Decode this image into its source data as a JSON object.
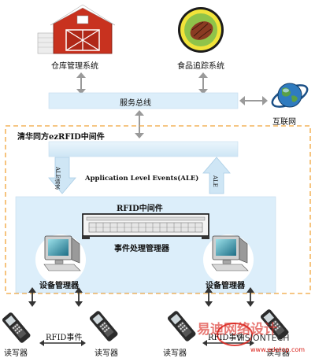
{
  "systems": {
    "warehouse_label": "仓库管理系统",
    "food_tracking_label": "食品追踪系统",
    "internet_label": "互联网"
  },
  "bus": {
    "label": "服务总线"
  },
  "middleware": {
    "title": "清华同方ezRFID中间件",
    "ale_request_label": "ALE请求",
    "ale_label": "ALE",
    "ale_events_label": "Application Level Events(ALE)",
    "rfid_middleware_label": "RFID中间件",
    "event_manager_label": "事件处理管理器"
  },
  "devices": {
    "device_manager_label": "设备管理器",
    "rfid_event_label": "RFID事件",
    "reader_label": "读写器"
  },
  "watermark": {
    "brand": "VISIONTECH",
    "cn_text": "易迪网络设计",
    "url": "www.edatop.com"
  },
  "colors": {
    "panel_blue": "#dceefa",
    "bus_blue": "#dceefa",
    "dash_orange": "#f0a43a",
    "arrow_gray": "#9a9a9a",
    "arrow_blue": "#cfe6f5",
    "watermark_red": "#d9221b"
  }
}
